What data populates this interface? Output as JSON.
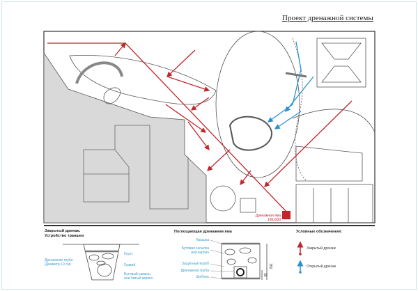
{
  "title": "Проект дренажной системы",
  "plan": {
    "pit_label_1": "Дренажная яма",
    "pit_label_2": "100х100"
  },
  "trench": {
    "heading_1": "Закрытый дренаж.",
    "heading_2": "Устройство траншеи",
    "soil": "Грунт",
    "gravel": "Гравий",
    "pipe_1": "Дренажная труба",
    "pipe_2": "(Диаметр 10 см)",
    "stone_1": "Бутовый камень,",
    "stone_2": "или битый кирпич"
  },
  "pit": {
    "heading": "Поглощающая дренажная яма",
    "lid": "Крышка",
    "fill_1": "Бутовая засыпка",
    "fill_2": "или кирпич",
    "box": "Защитный короб",
    "pipe": "Дренажная труба",
    "rubble": "Щебень",
    "dim_total": "150",
    "dim_bottom": "30"
  },
  "legend": {
    "heading": "Условные обозначения:",
    "closed": "Закрытый дренаж",
    "open": "Открытый дренаж"
  },
  "colors": {
    "closed": "#c0262b",
    "open": "#2a8fd0",
    "label": "#3a9fcf"
  }
}
